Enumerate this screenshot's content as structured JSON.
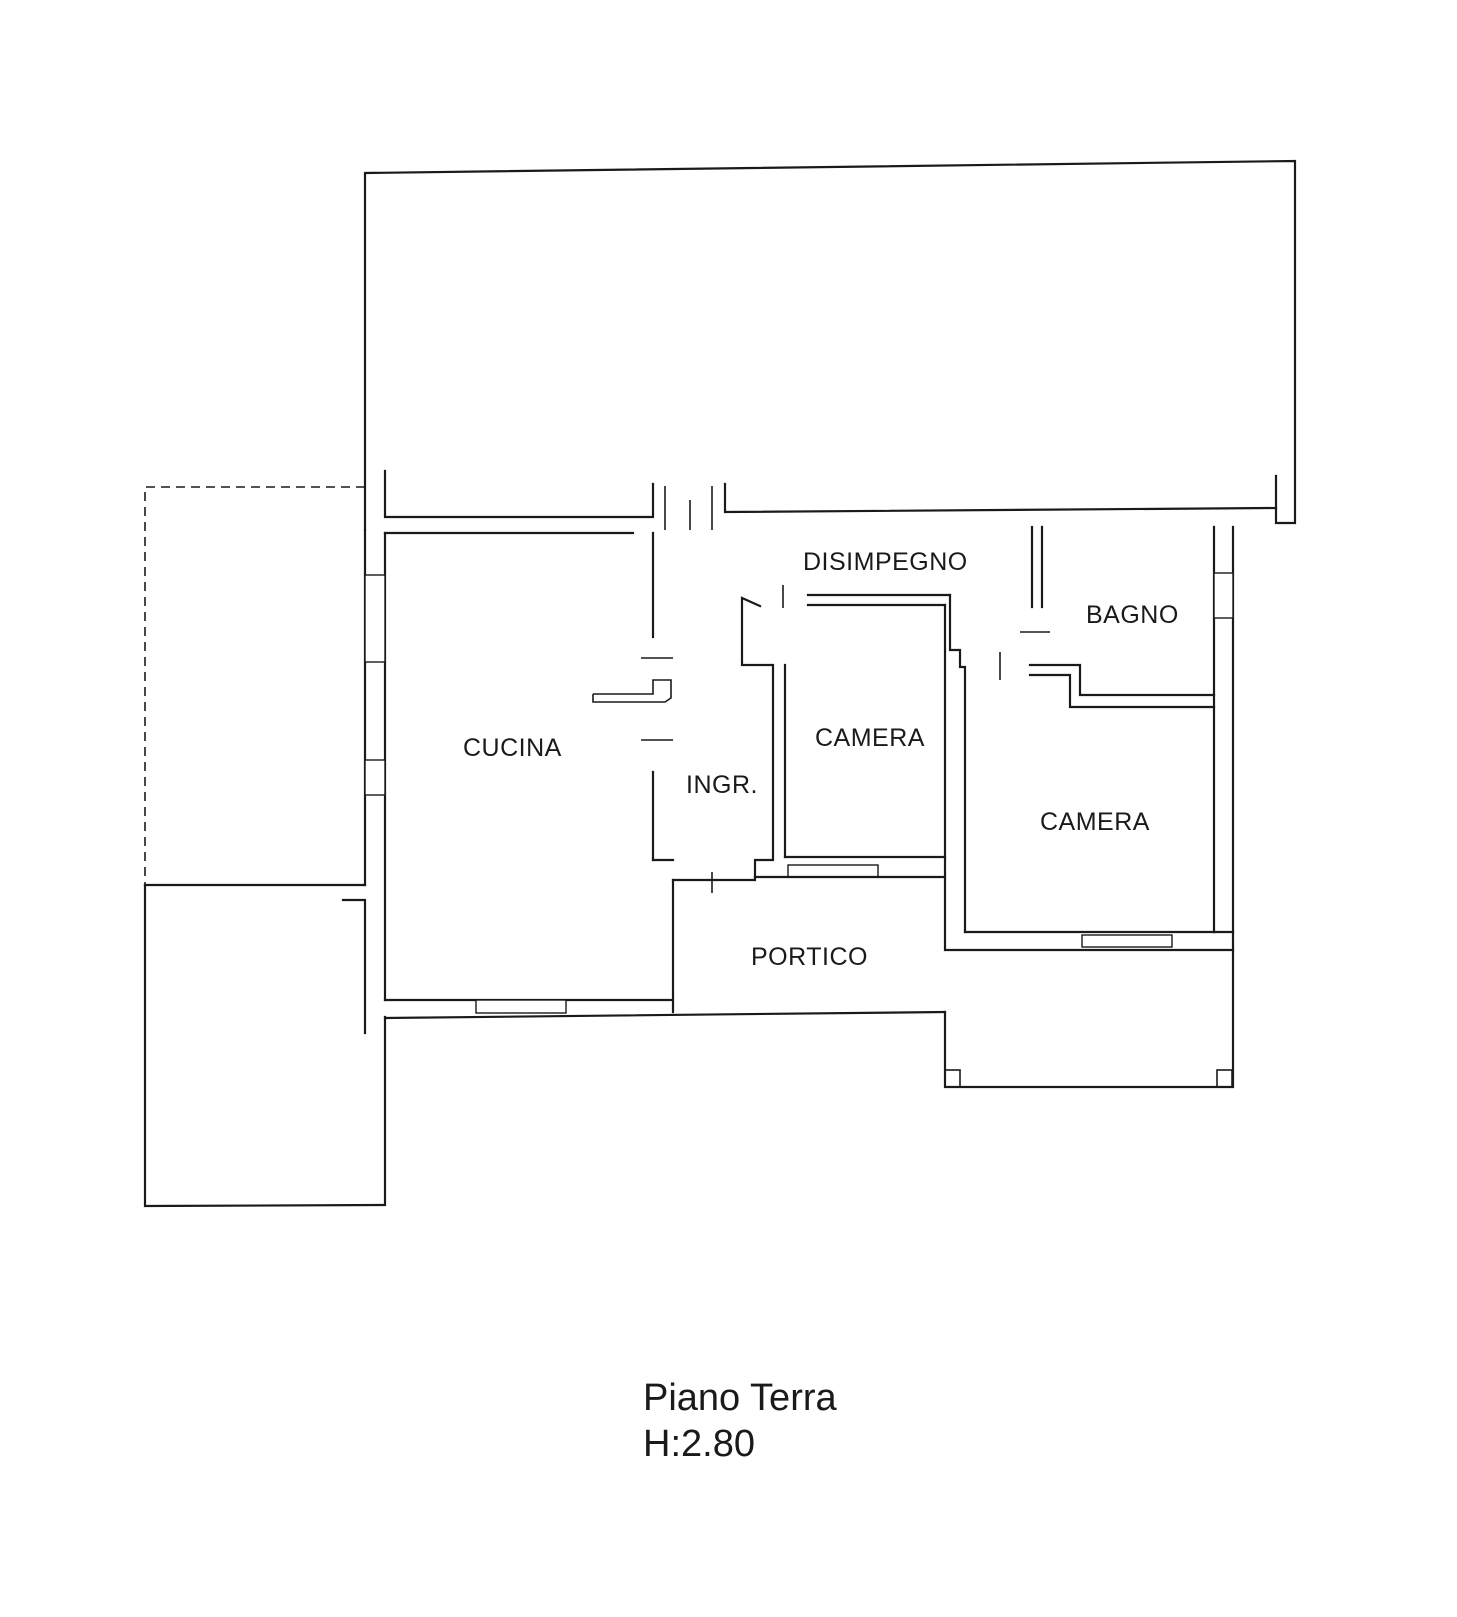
{
  "rooms": {
    "disimpegno": "DISIMPEGNO",
    "bagno": "BAGNO",
    "cucina": "CUCINA",
    "camera_1": "CAMERA",
    "camera_2": "CAMERA",
    "ingresso": "INGR.",
    "portico": "PORTICO"
  },
  "caption": {
    "floor": "Piano Terra",
    "height": "H:2.80"
  },
  "colors": {
    "ink": "#1a1a1a",
    "paper": "#ffffff"
  }
}
